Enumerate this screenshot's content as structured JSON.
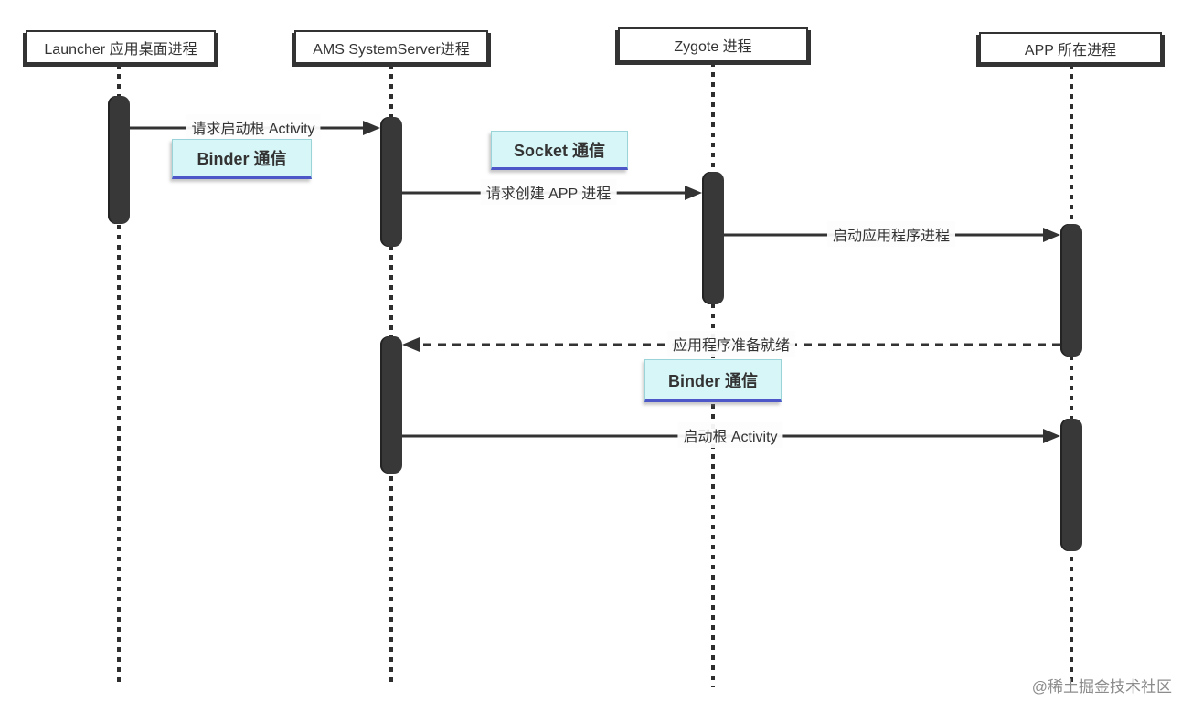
{
  "diagram": {
    "participants": [
      {
        "id": "launcher",
        "label": "Launcher 应用桌面进程"
      },
      {
        "id": "ams",
        "label": "AMS SystemServer进程"
      },
      {
        "id": "zygote",
        "label": "Zygote 进程"
      },
      {
        "id": "app",
        "label": "APP 所在进程"
      }
    ],
    "messages": [
      {
        "label": "请求启动根 Activity",
        "from": "Launcher 应用桌面进程",
        "to": "AMS SystemServer进程",
        "line": "solid"
      },
      {
        "label": "请求创建 APP 进程",
        "from": "AMS SystemServer进程",
        "to": "Zygote 进程",
        "line": "solid"
      },
      {
        "label": "启动应用程序进程",
        "from": "Zygote 进程",
        "to": "APP 所在进程",
        "line": "solid"
      },
      {
        "label": "应用程序准备就绪",
        "from": "APP 所在进程",
        "to": "AMS SystemServer进程",
        "line": "dashed"
      },
      {
        "label": "启动根 Activity",
        "from": "AMS SystemServer进程",
        "to": "APP 所在进程",
        "line": "solid"
      }
    ],
    "notes": [
      {
        "label": "Binder 通信"
      },
      {
        "label": "Socket 通信"
      },
      {
        "label": "Binder 通信"
      }
    ],
    "watermark": "@稀土掘金技术社区",
    "colors": {
      "line": "#333333",
      "note_bg": "#d7f6f7",
      "background": "#ffffff",
      "watermark": "#8c8c8c"
    }
  }
}
